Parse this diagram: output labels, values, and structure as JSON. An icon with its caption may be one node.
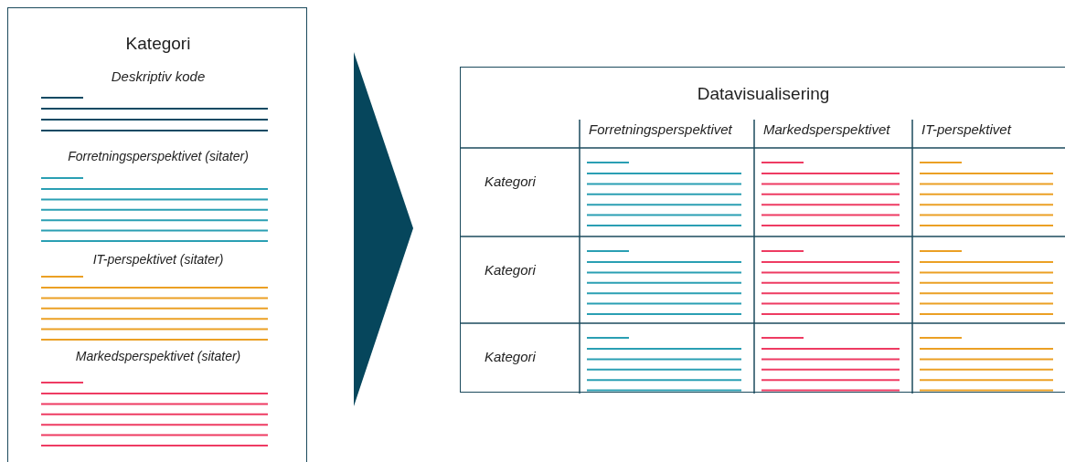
{
  "diagram": {
    "nodes": [
      {
        "text": [
          "Kategori",
          "Deskriptiv kode",
          "Forretningsperspektivet (sitater)",
          "IT-perspektivet (sitater)",
          "Markedsperspektivet (sitater)"
        ]
      },
      {
        "text": [
          "Datavisualisering"
        ]
      }
    ],
    "edges": [
      {
        "from": 0,
        "to": 1,
        "arrow": "to"
      }
    ],
    "labels": [
      "Forretningsperspektivet",
      "Markedsperspektivet",
      "IT-perspektivet",
      "Kategori",
      "Kategori",
      "Kategori"
    ]
  }
}
